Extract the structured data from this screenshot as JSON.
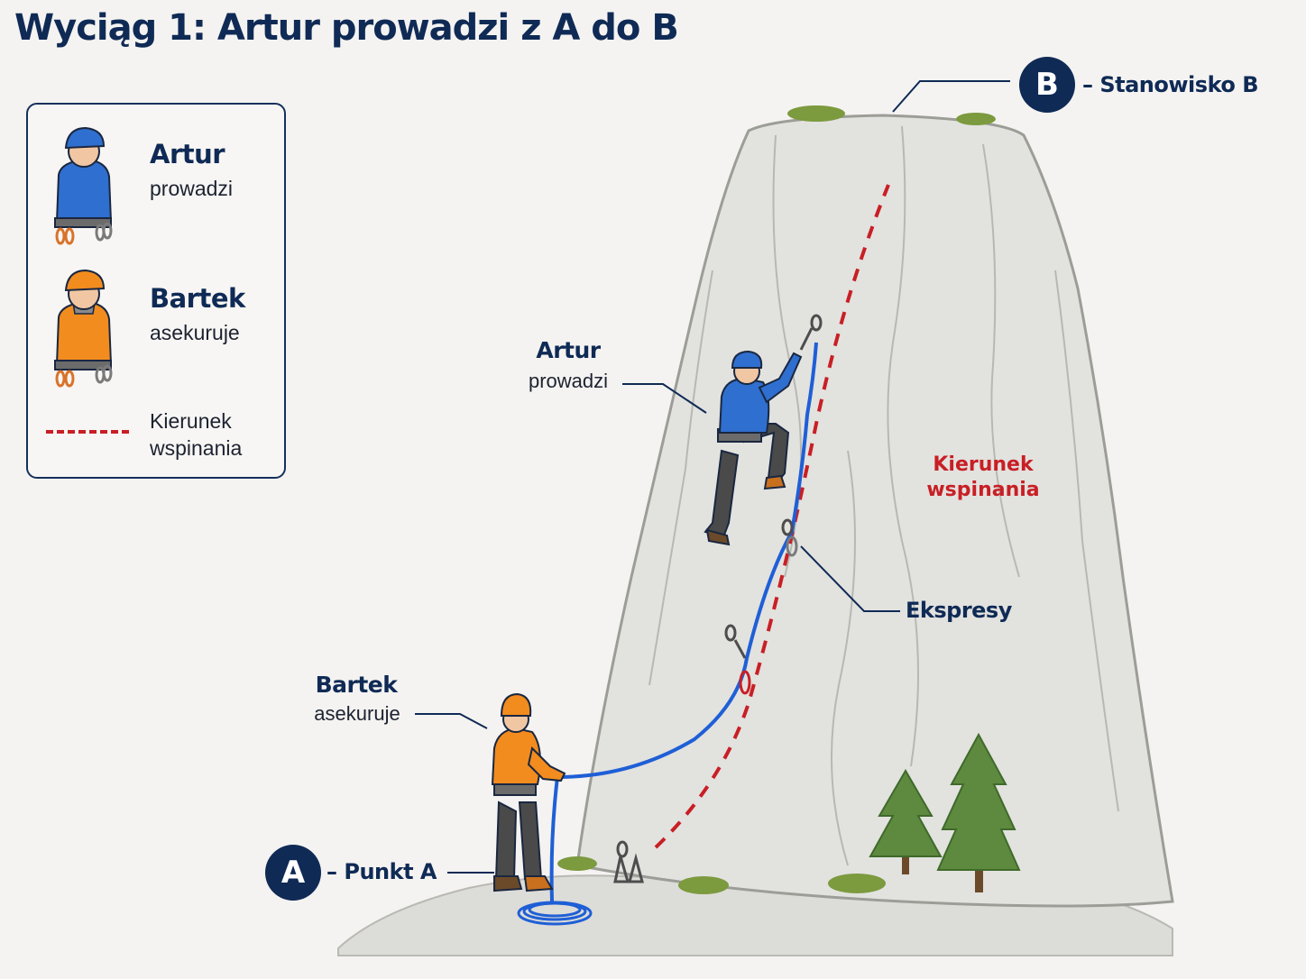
{
  "title": "Wyciąg 1: Artur prowadzi z A do B",
  "legend": {
    "artur": {
      "name": "Artur",
      "role": "prowadzi"
    },
    "bartek": {
      "name": "Bartek",
      "role": "asekuruje"
    },
    "direction": {
      "line1": "Kierunek",
      "line2": "wspinania"
    }
  },
  "labels": {
    "artur_name": "Artur",
    "artur_role": "prowadzi",
    "bartek_name": "Bartek",
    "bartek_role": "asekuruje",
    "point_a_badge": "A",
    "point_a": "– Punkt A",
    "point_b_badge": "B",
    "point_b": "– Stanowisko B",
    "quickdraws": "Ekspresy",
    "direction_line1": "Kierunek",
    "direction_line2": "wspinania"
  },
  "colors": {
    "navy": "#0f2a55",
    "leader_blue": "#2f6fcf",
    "belayer_orange": "#f28c1e",
    "direction_red": "#c81f25",
    "rope_blue": "#1f5fd6",
    "rock": "#e2e2df"
  },
  "icons": [
    "climber-blue-icon",
    "climber-orange-icon",
    "carabiner-icon",
    "tree-icon",
    "rope-coil-icon"
  ]
}
